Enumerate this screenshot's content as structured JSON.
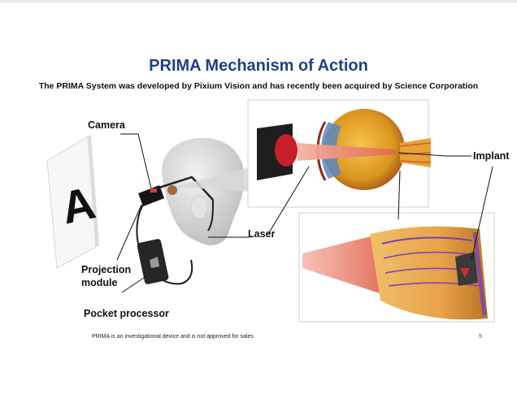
{
  "slide": {
    "title": "PRIMA Mechanism of Action",
    "subtitle": "The PRIMA System was developed by Pixium Vision and has recently been acquired by Science Corporation",
    "footnote": "PRIMA is an investigational device and is not approved for sales",
    "page_number": "5"
  },
  "card": {
    "letter": "A"
  },
  "labels": {
    "camera": "Camera",
    "laser": "Laser",
    "implant": "Implant",
    "projection_line1": "Projection",
    "projection_line2": "module",
    "pocket_processor": "Pocket processor"
  },
  "colors": {
    "title": "#1f3f86",
    "laser": "#e0664f",
    "retina_purple": "#7b3fb3",
    "retina_orange": "#e8a24a"
  }
}
